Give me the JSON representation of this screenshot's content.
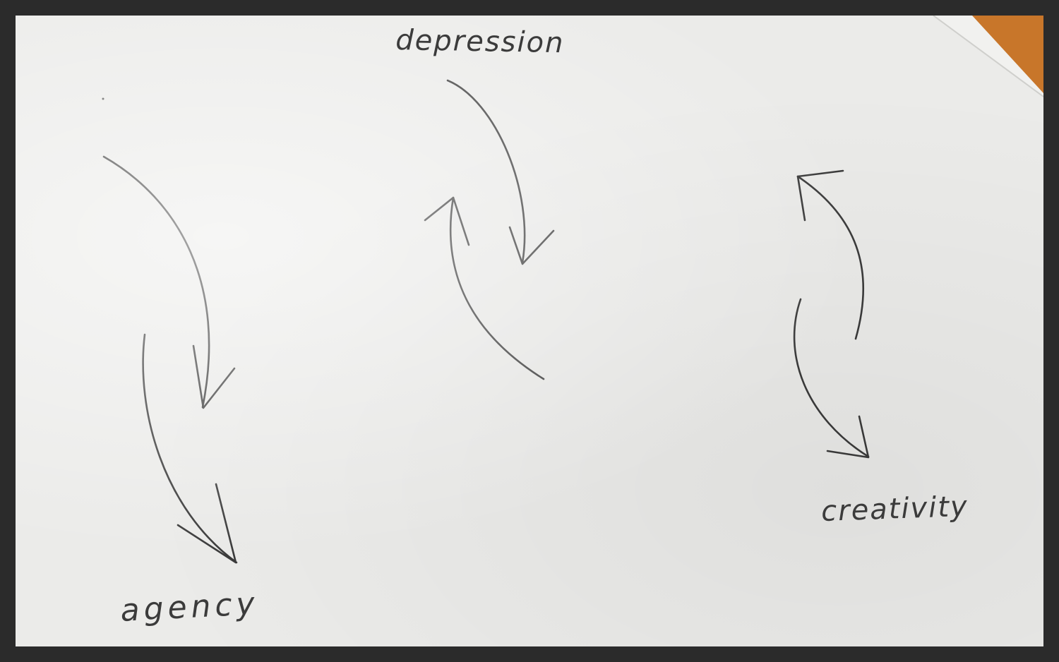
{
  "diagram": {
    "labels": {
      "depression": "depression",
      "agency": "agency",
      "creativity": "creativity"
    },
    "colors": {
      "paper": "#e8e8e6",
      "pencil": "#3b3b3b",
      "frame": "#2b2b2b",
      "wood_corner": "#c8762a"
    },
    "arrows": [
      {
        "name": "left-upper-arrow",
        "direction": "down"
      },
      {
        "name": "left-lower-arrow",
        "direction": "down"
      },
      {
        "name": "center-down-arrow",
        "direction": "down"
      },
      {
        "name": "center-up-arrow",
        "direction": "up"
      },
      {
        "name": "right-up-arrow",
        "direction": "up"
      },
      {
        "name": "right-down-arrow",
        "direction": "down"
      }
    ]
  }
}
